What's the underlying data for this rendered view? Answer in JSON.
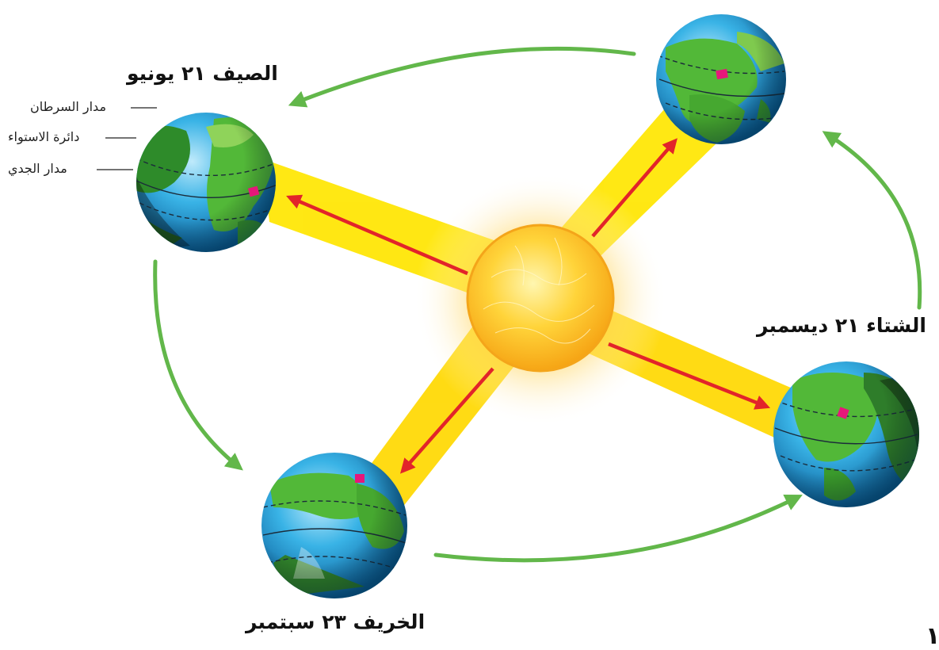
{
  "seasons": {
    "summer": "الصيف ٢١ يونيو",
    "winter": "الشتاء ٢١ ديسمبر",
    "autumn": "الخريف ٢٣ سبتمبر"
  },
  "latitude_labels": {
    "tropic_cancer": "مدار السرطان",
    "equator": "دائرة الاستواء",
    "tropic_capricorn": "مدار الجدي"
  },
  "page_number": "١",
  "colors": {
    "orbit_arrow": "#62b74a",
    "ray_arrow": "#e2242a",
    "sun_beam": "#ffe600",
    "sun": "#ffcc22",
    "ocean": "#1a9fd8",
    "land": "#4caf2f",
    "marker": "#e6177a"
  }
}
